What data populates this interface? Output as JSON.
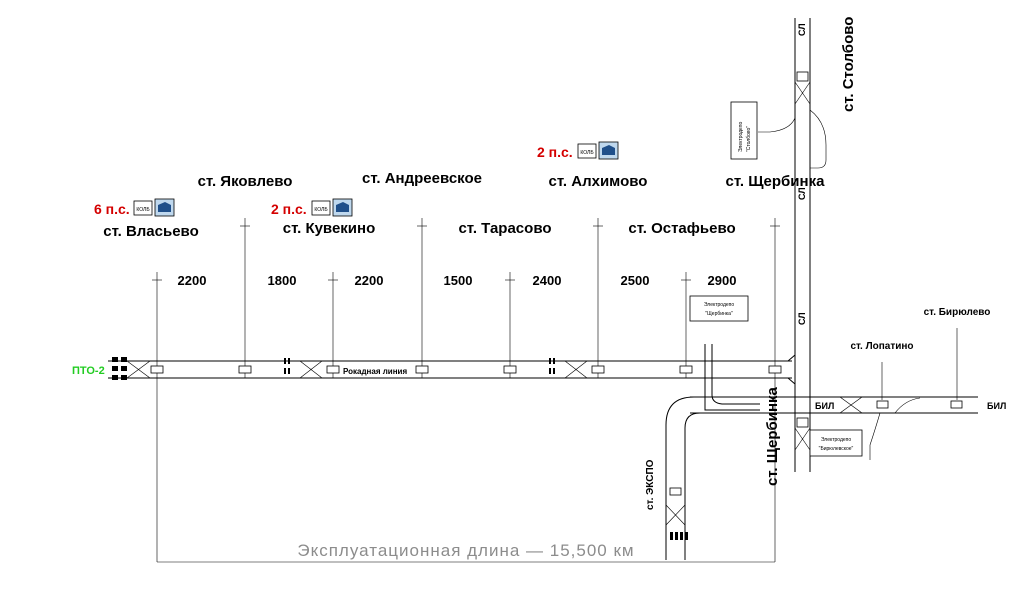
{
  "top_stations": {
    "yakovlevo": "ст. Яковлево",
    "andreevskoe": "ст. Андреевское",
    "alkhimovo": "ст. Алхимово",
    "shcherbinka": "ст. Щербинка"
  },
  "line_stations": {
    "vlasevo": "ст. Власьево",
    "kuvekino": "ст. Кувекино",
    "tarasovo": "ст. Тарасово",
    "ostafevo": "ст. Остафьево"
  },
  "right_stations": {
    "stolbovo": "ст. Столбово",
    "biryulevo": "ст. Бирюлево",
    "lopatino": "ст. Лопатино",
    "shcherbinka_vertical": "ст. Щербинка",
    "expo": "ст. ЭКСПО"
  },
  "rolling_stock": [
    {
      "count": "6 п.с.",
      "badge": "КОЛБ",
      "color": "#d40000"
    },
    {
      "count": "2 п.с.",
      "badge": "КОЛБ",
      "color": "#d40000"
    },
    {
      "count": "2 п.с.",
      "badge": "КОЛБ",
      "color": "#d40000"
    }
  ],
  "distances": [
    "2200",
    "1800",
    "2200",
    "1500",
    "2400",
    "2500",
    "2900"
  ],
  "labels": {
    "depot": "ПТО-2",
    "rokadnaya": "Рокадная линия",
    "sl_top": "СЛ",
    "sl_mid": "СЛ",
    "sl_low": "СЛ",
    "bil_left": "БИЛ",
    "bil_right": "БИЛ",
    "length": "Эксплуатационная длина — 15,500 км"
  },
  "substations": {
    "stolbovo_1": "Электродепо",
    "stolbovo_2": "\"Столбово\"",
    "shcherbinka_1": "Электродепо",
    "shcherbinka_2": "\"Щербинка\"",
    "biryulevo_1": "Электродепо",
    "biryulevo_2": "\"Бирюлевское\""
  },
  "icons": {
    "badge": "kolb-badge-icon",
    "train": "train-icon",
    "depot_stop": "track-stop-icon"
  }
}
